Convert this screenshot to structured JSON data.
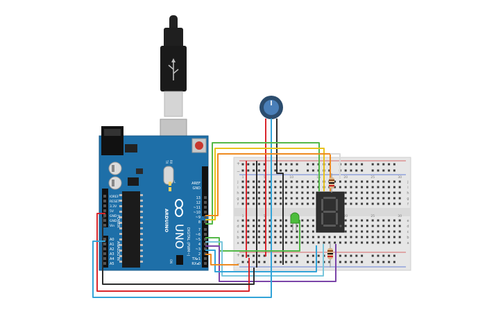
{
  "board": {
    "brand": "ARDUINO",
    "model": "UNO",
    "aref_label": "AREF",
    "gnd_label": "GND",
    "digital_label": "DIGITAL (PWM~)",
    "power_label": "POWER",
    "analog_label": "ANALOG IN",
    "reset_button_label": "RESET",
    "tx_led": "TX",
    "rx_led": "RX",
    "l_led": "L",
    "on_label": "ON",
    "digital_pins": [
      "13",
      "12",
      "~11",
      "~10",
      "~9",
      "8",
      "7",
      "~6",
      "~5",
      "4",
      "~3",
      "2",
      "TX▸1",
      "RX◂0"
    ],
    "power_pins": [
      "IOREF",
      "RESET",
      "3.3V",
      "5V",
      "GND",
      "GND",
      "Vin"
    ],
    "analog_pins": [
      "A0",
      "A1",
      "A2",
      "A3",
      "A4",
      "A5"
    ]
  },
  "breadboard": {
    "column_numbers": [
      "1",
      "5",
      "10",
      "15",
      "20",
      "25",
      "30"
    ],
    "row_letters_top": [
      "j",
      "i",
      "h",
      "g",
      "f"
    ],
    "row_letters_bottom": [
      "e",
      "d",
      "c",
      "b",
      "a"
    ],
    "rail_plus": "+",
    "rail_minus": "−"
  },
  "components": {
    "display_digit": "8",
    "led_color": "green",
    "potentiometer": "potentiometer"
  },
  "colors": {
    "board": "#1e6fa8",
    "wire_red": "#d9262c",
    "wire_black": "#2b2b2b",
    "wire_green": "#53b848",
    "wire_yellow": "#e8c21c",
    "wire_orange": "#ee8a1f",
    "wire_blue": "#31a3d8",
    "wire_purple": "#7b44a8",
    "wire_white": "#d9d9d9",
    "wire_lightblue": "#79c6dc"
  }
}
